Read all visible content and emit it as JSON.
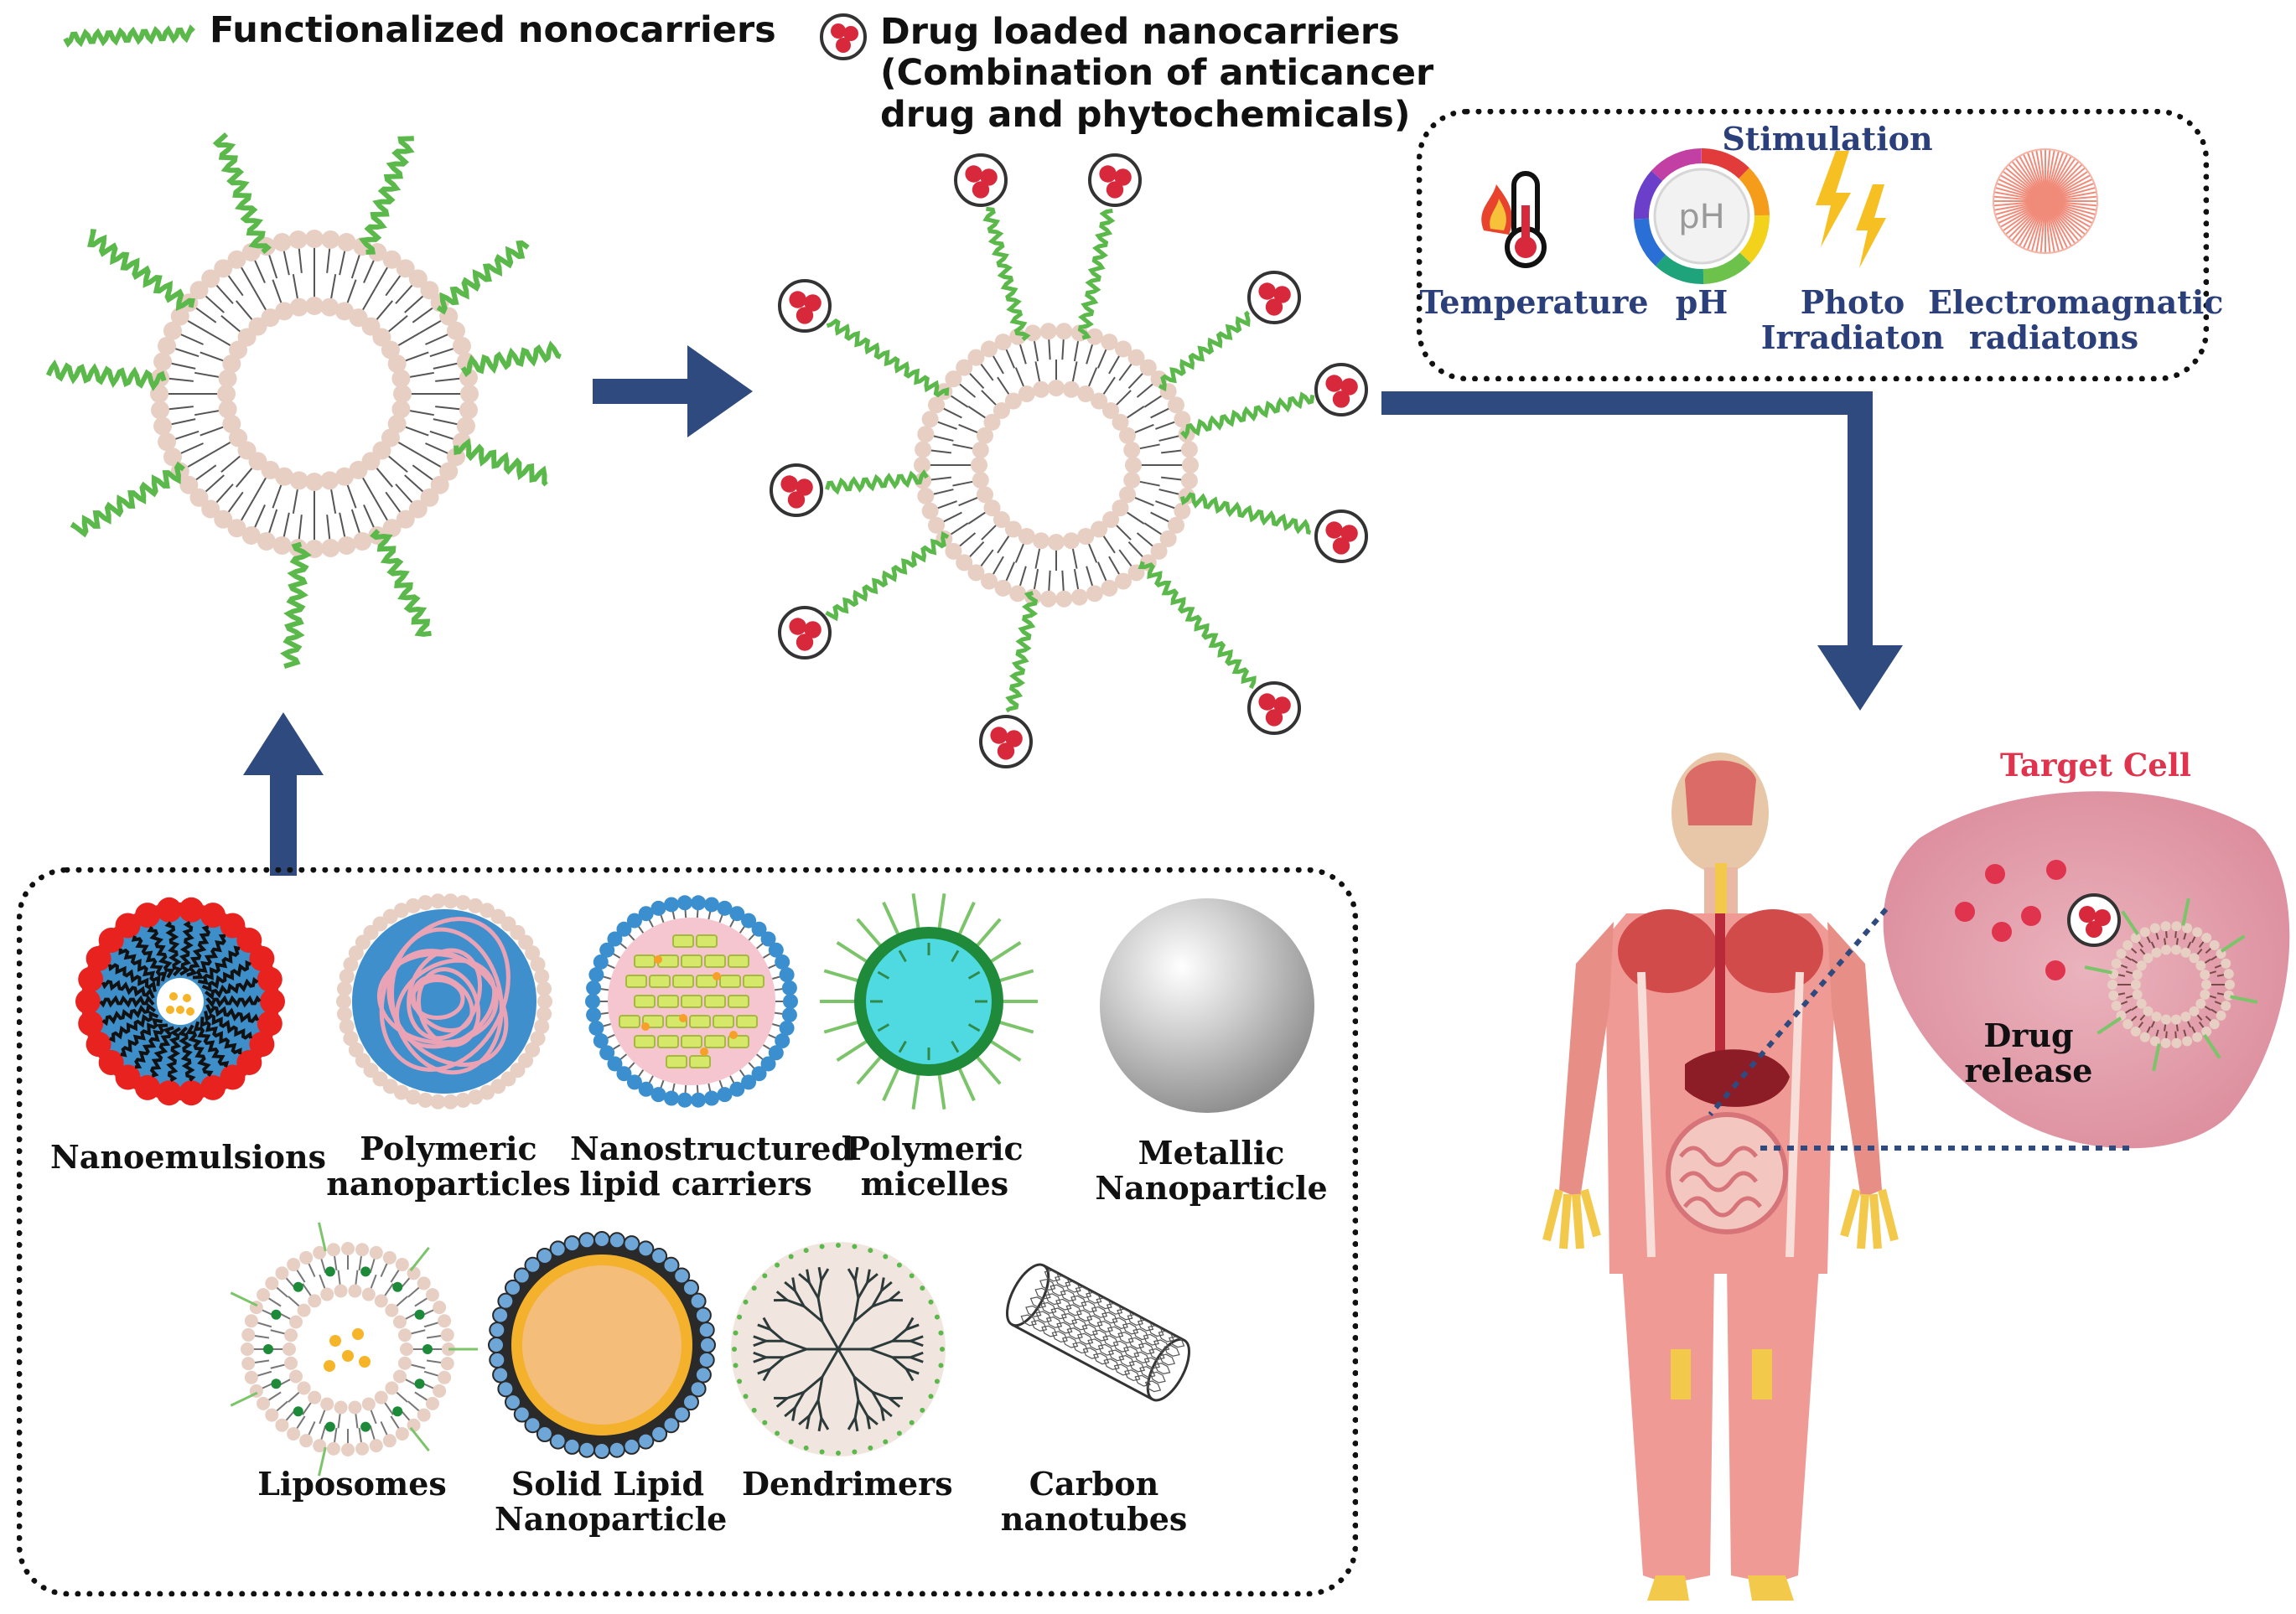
{
  "legend": {
    "functionalized": "Functionalized nonocarriers",
    "drug_loaded_line1": "Drug loaded nanocarriers",
    "drug_loaded_line2": "(Combination of anticancer",
    "drug_loaded_line3": "drug and phytochemicals)"
  },
  "stimulation": {
    "title": "Stimulation",
    "temperature": "Temperature",
    "ph": "pH",
    "ph_icon_text": "pH",
    "photo_line1": "Photo",
    "photo_line2": "Irradiaton",
    "em_line1": "Electromagnatic",
    "em_line2": "radiatons"
  },
  "target": {
    "title": "Target Cell",
    "release_line1": "Drug",
    "release_line2": "release"
  },
  "nanocarriers": {
    "nanoemulsions": "Nanoemulsions",
    "polymeric_np_line1": "Polymeric",
    "polymeric_np_line2": "nanoparticles",
    "nlc_line1": "Nanostructured",
    "nlc_line2": "lipid carriers",
    "micelles_line1": "Polymeric",
    "micelles_line2": "micelles",
    "metallic_line1": "Metallic",
    "metallic_line2": "Nanoparticle",
    "liposomes": "Liposomes",
    "sln_line1": "Solid Lipid",
    "sln_line2": "Nanoparticle",
    "dendrimers": "Dendrimers",
    "cnt_line1": "Carbon",
    "cnt_line2": "nanotubes"
  },
  "colors": {
    "arrow": "#2e4a7e",
    "green": "#5bb84a",
    "lipid_head": "#e8cfc4",
    "drug_red": "#d8283c",
    "target_cell": "#e4a0ad",
    "target_title": "#e0344e"
  }
}
